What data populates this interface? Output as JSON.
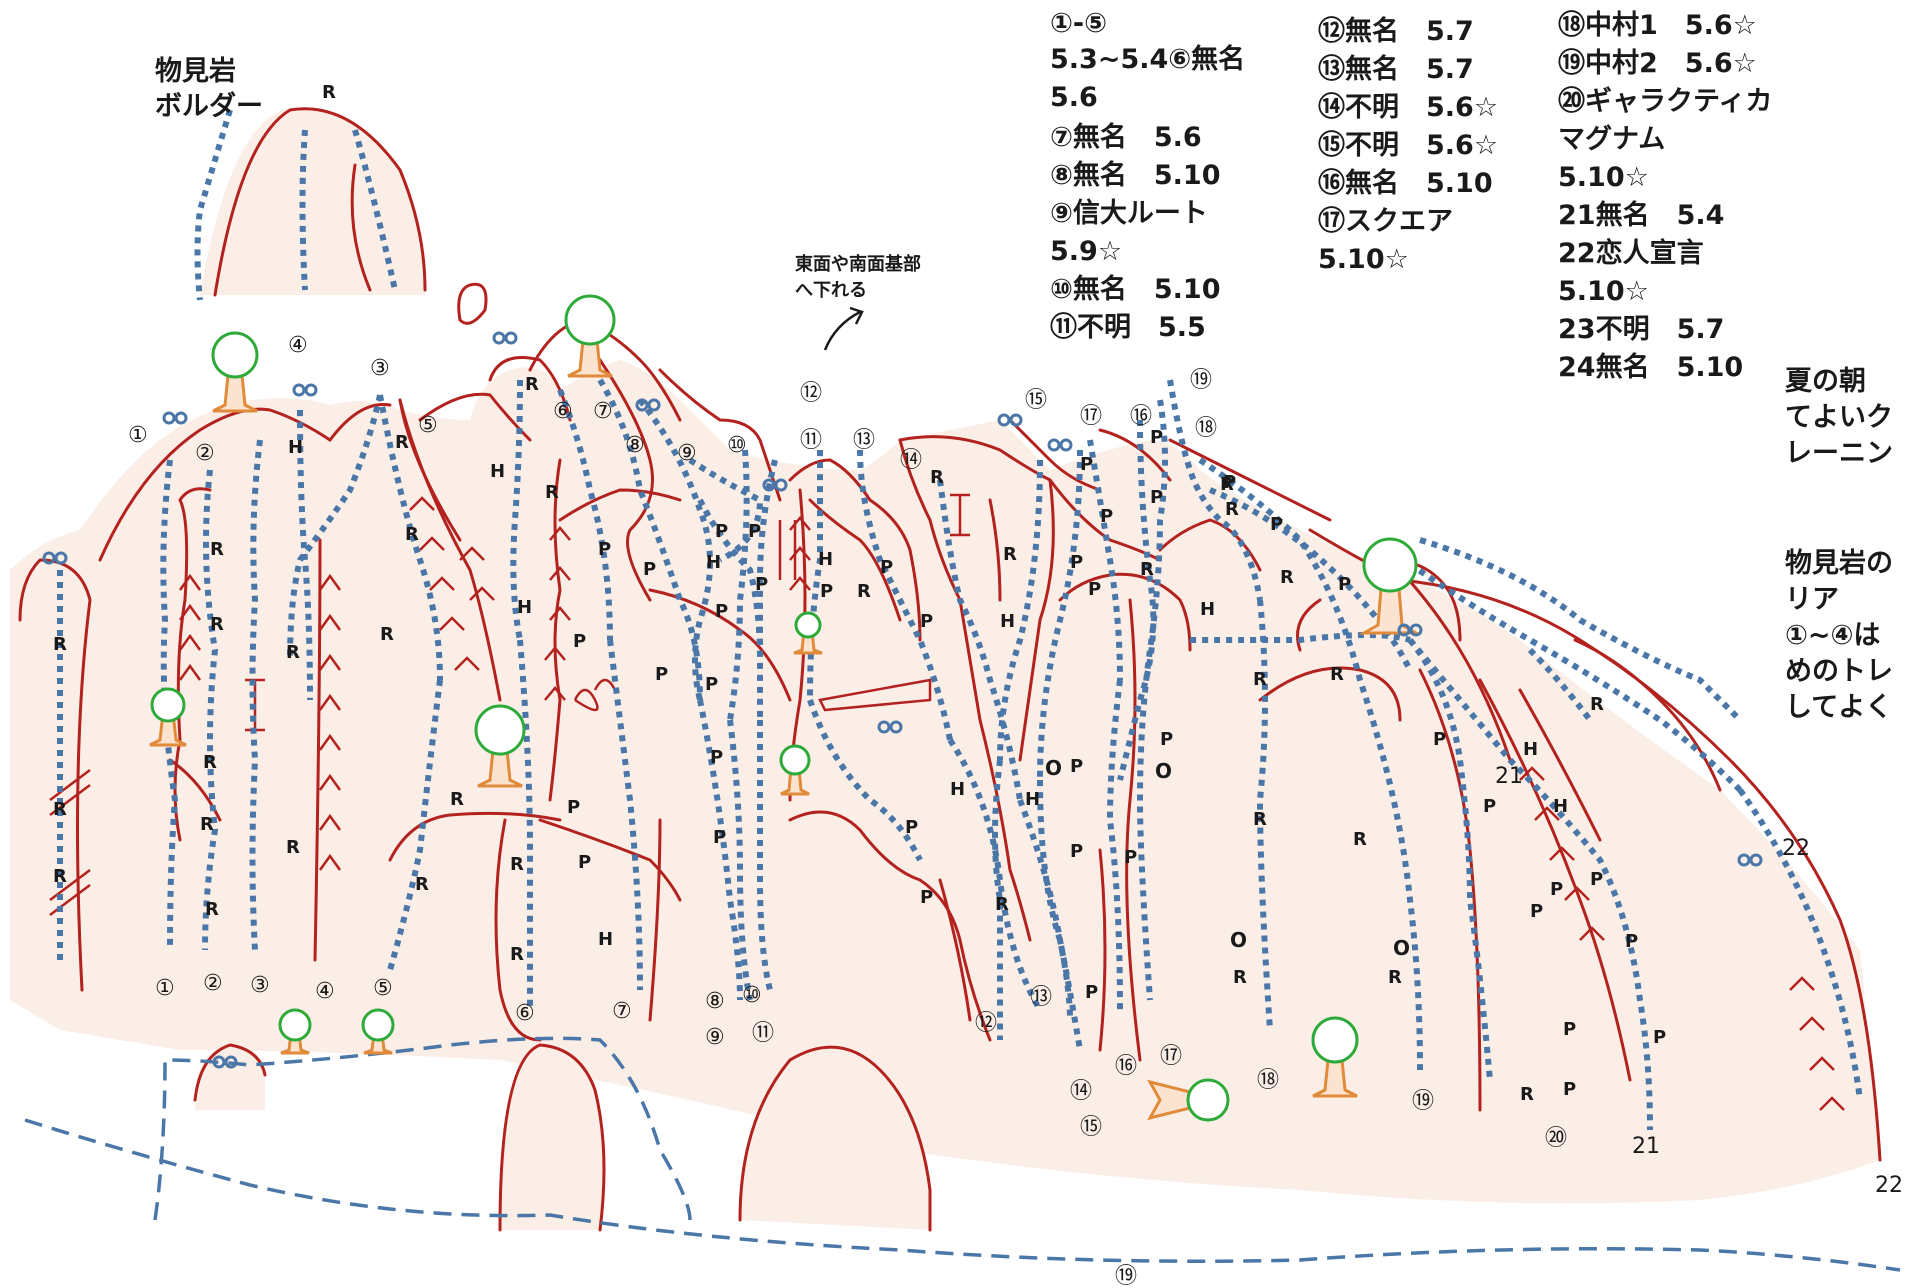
{
  "area_label": [
    "物見岩",
    "ボルダー"
  ],
  "descent_note": [
    "東面や南面基部",
    "へ下れる"
  ],
  "legend": {
    "col1": [
      "①-⑤",
      "5.3~5.4⑥無名",
      "5.6",
      "⑦無名　5.6",
      "⑧無名　5.10",
      "⑨信大ルート",
      "5.9☆",
      "⑩無名　5.10",
      "⑪不明　5.5"
    ],
    "col2": [
      "⑫無名　5.7",
      "⑬無名　5.7",
      "⑭不明　5.6☆",
      "⑮不明　5.6☆",
      "⑯無名　5.10",
      "⑰スクエア",
      "5.10☆"
    ],
    "col3": [
      "⑱中村1　5.6☆",
      "⑲中村2　5.6☆",
      "⑳ギャラクティカ",
      "マグナム",
      "5.10☆",
      "21無名　5.4",
      "22恋人宣言",
      "5.10☆",
      "23不明　5.7",
      "24無名　5.10"
    ]
  },
  "side_note": {
    "para1": [
      "夏の朝",
      "てよいク",
      "レーニン"
    ],
    "para2": [
      "物見岩の",
      "リア",
      "①~④は",
      "めのトレ",
      "してよく"
    ]
  },
  "route_numbers_top": [
    "①",
    "②",
    "③",
    "④",
    "⑤",
    "⑥",
    "⑦",
    "⑧",
    "⑨",
    "⑩",
    "⑪",
    "⑫",
    "⑬",
    "⑭",
    "⑮",
    "⑯",
    "⑰",
    "⑲",
    "⑱",
    "21",
    "22"
  ],
  "route_numbers_bottom": [
    "①",
    "②",
    "③",
    "④",
    "⑤",
    "⑥",
    "⑦",
    "⑧",
    "⑨",
    "⑩",
    "⑪",
    "⑫",
    "⑬",
    "⑭",
    "⑮",
    "⑯",
    "⑰",
    "⑱",
    "⑲",
    "⑳",
    "21",
    "22",
    "⑲"
  ],
  "boulder_mark": "R",
  "marks": {
    "R": "R",
    "H": "H",
    "P": "P",
    "O": "O"
  },
  "colors": {
    "rock_outline": "#b3221e",
    "rock_fill": "#fbeee6",
    "route_dots": "#4a77a8",
    "tree_crown": "#2eaa3a",
    "tree_trunk": "#e08a3a"
  }
}
